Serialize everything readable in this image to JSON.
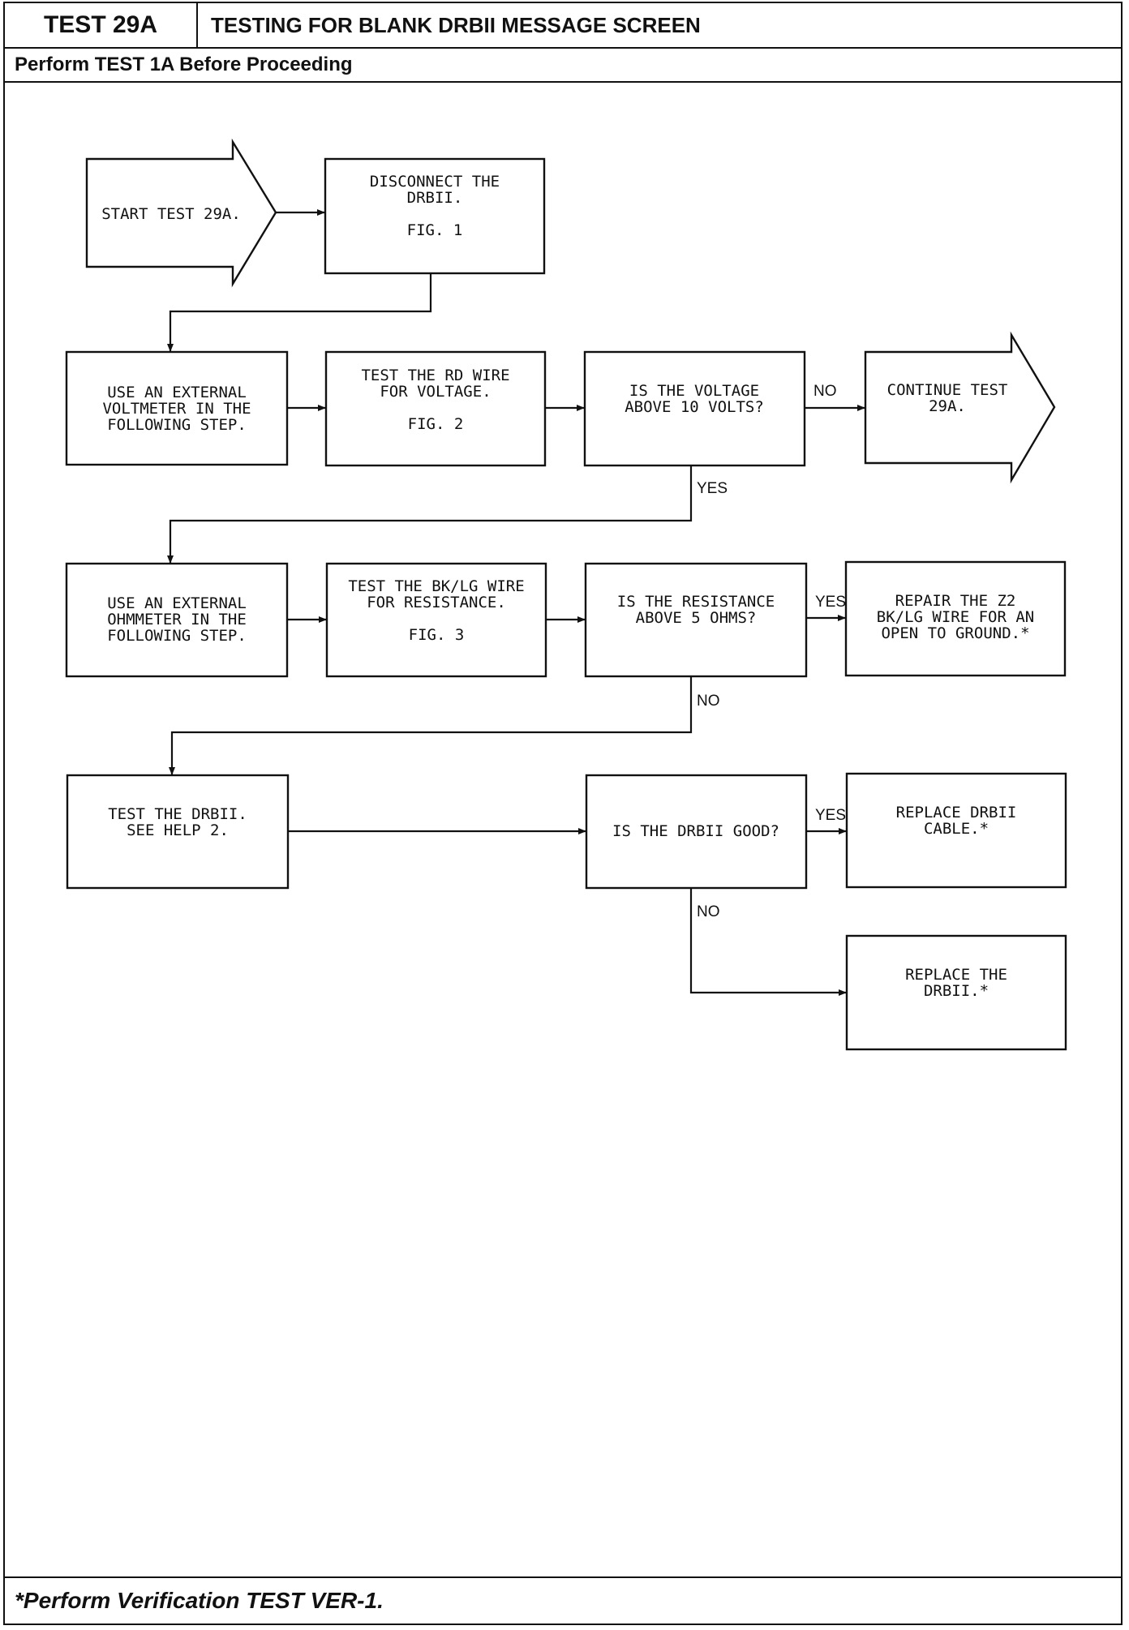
{
  "header": {
    "test_id": "TEST 29A",
    "title": "TESTING FOR BLANK DRBII MESSAGE SCREEN",
    "subtitle": "Perform TEST 1A Before Proceeding"
  },
  "footer": {
    "note": "*Perform Verification TEST VER-1."
  },
  "nodes": {
    "start": [
      "START TEST 29A."
    ],
    "disconnect": [
      "DISCONNECT THE",
      "DRBII.",
      "",
      "FIG. 1"
    ],
    "voltmeter": [
      "USE AN EXTERNAL",
      "VOLTMETER IN THE",
      "FOLLOWING STEP."
    ],
    "test_rd": [
      "TEST THE RD WIRE",
      "FOR VOLTAGE.",
      "",
      "FIG. 2"
    ],
    "q_voltage": [
      "IS THE VOLTAGE",
      "ABOVE 10 VOLTS?"
    ],
    "continue": [
      "CONTINUE TEST",
      "29A."
    ],
    "ohmmeter": [
      "USE AN EXTERNAL",
      "OHMMETER IN THE",
      "FOLLOWING STEP."
    ],
    "test_bklg": [
      "TEST THE BK/LG WIRE",
      "FOR RESISTANCE.",
      "",
      "FIG. 3"
    ],
    "q_resistance": [
      "IS THE RESISTANCE",
      "ABOVE 5 OHMS?"
    ],
    "repair": [
      "REPAIR THE Z2",
      "BK/LG WIRE FOR AN",
      "OPEN TO GROUND.*"
    ],
    "test_drbii": [
      "TEST THE DRBII.",
      "SEE HELP 2."
    ],
    "q_drbii": [
      "IS THE DRBII GOOD?"
    ],
    "replace_cable": [
      "REPLACE DRBII",
      "CABLE.*"
    ],
    "replace_drbii": [
      "REPLACE THE",
      "DRBII.*"
    ]
  },
  "edge_labels": {
    "voltage_no": "NO",
    "voltage_yes": "YES",
    "resistance_yes": "YES",
    "resistance_no": "NO",
    "drbii_yes": "YES",
    "drbii_no": "NO"
  }
}
